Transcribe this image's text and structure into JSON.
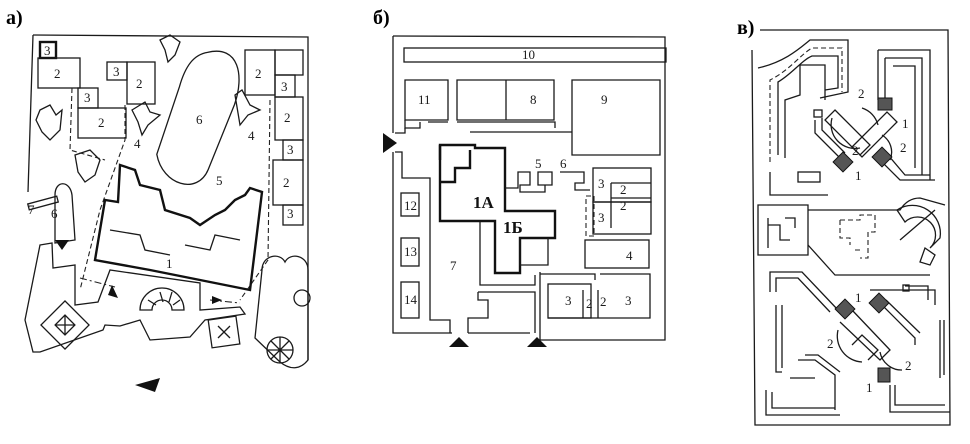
{
  "figure": {
    "panels": [
      {
        "id": "a",
        "label": "а)",
        "numbers": {
          "n1": "1",
          "n2a": "2",
          "n2b": "2",
          "n2c": "2",
          "n2d": "2",
          "n2e": "2",
          "n2f": "2",
          "n3a": "3",
          "n3b": "3",
          "n3c": "3",
          "n3d": "3",
          "n3e": "3",
          "n3f": "3",
          "n4a": "4",
          "n4b": "4",
          "n5": "5",
          "n6track": "6",
          "n6": "6",
          "n7": "7"
        }
      },
      {
        "id": "b",
        "label": "б)",
        "numbers": {
          "n1a": "1А",
          "n1b": "1Б",
          "n2a": "2",
          "n2b": "2",
          "n2c": "2",
          "n2d": "2",
          "n3a": "3",
          "n3b": "3",
          "n3c": "3",
          "n3d": "3",
          "n4": "4",
          "n5": "5",
          "n6": "6",
          "n7": "7",
          "n8": "8",
          "n9": "9",
          "n10": "10",
          "n11": "11",
          "n12": "12",
          "n13": "13",
          "n14": "14"
        }
      },
      {
        "id": "c",
        "label": "в)",
        "numbers": {
          "n1a": "1",
          "n1b": "1",
          "n1c": "1",
          "n1d": "1",
          "n1e": "1",
          "n2a": "2",
          "n2b": "2",
          "n2c": "2",
          "n2d": "2",
          "n2e": "2"
        }
      }
    ],
    "icons": [
      "entrance-arrow-icon",
      "tree-icon",
      "fountain-icon"
    ]
  }
}
